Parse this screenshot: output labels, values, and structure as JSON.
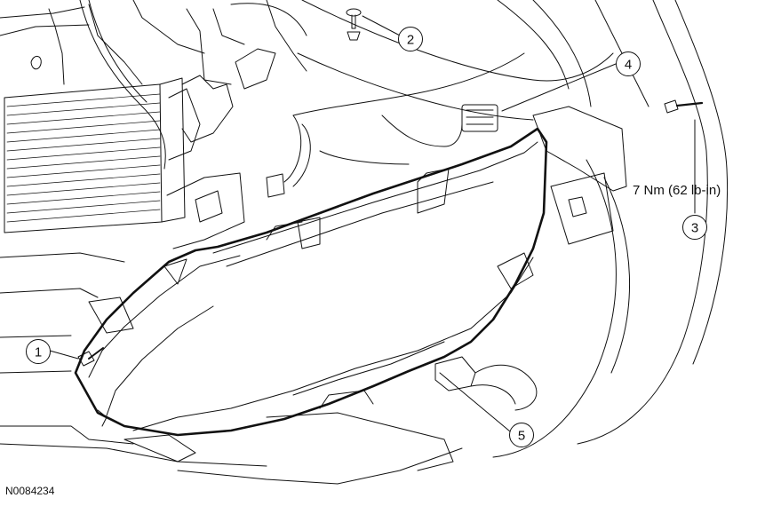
{
  "figure_id": "N0084234",
  "torque_spec": "7 Nm (62 lb-in)",
  "callouts": [
    {
      "number": "1",
      "icon": "bolt-icon"
    },
    {
      "number": "2",
      "icon": "pin-fastener-icon"
    },
    {
      "number": "3",
      "icon": "bolt-icon"
    },
    {
      "number": "4",
      "icon": "electrical-connector-icon"
    },
    {
      "number": "5",
      "icon": "electrical-connector-icon"
    }
  ]
}
